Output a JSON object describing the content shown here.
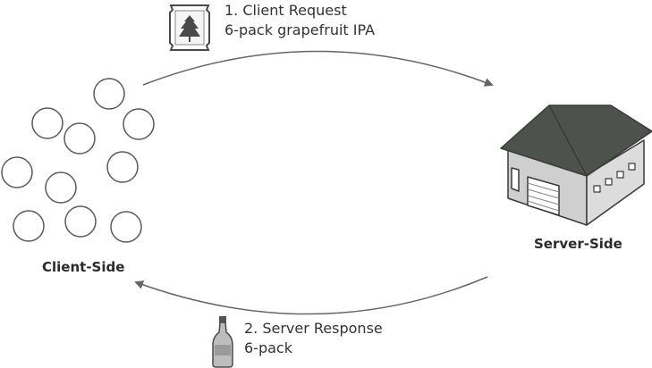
{
  "request": {
    "line1": "1. Client Request",
    "line2": "6-pack grapefruit IPA",
    "icon": "hop-label-icon"
  },
  "response": {
    "line1": "2. Server Response",
    "line2": "6-pack",
    "icon": "bottle-icon"
  },
  "client": {
    "label": "Client-Side",
    "icon": "client-circle-icon"
  },
  "server": {
    "label": "Server-Side",
    "icon": "warehouse-icon"
  },
  "colors": {
    "line": "#666666",
    "roof": "#4d524d",
    "wall": "#d0d0d0"
  }
}
